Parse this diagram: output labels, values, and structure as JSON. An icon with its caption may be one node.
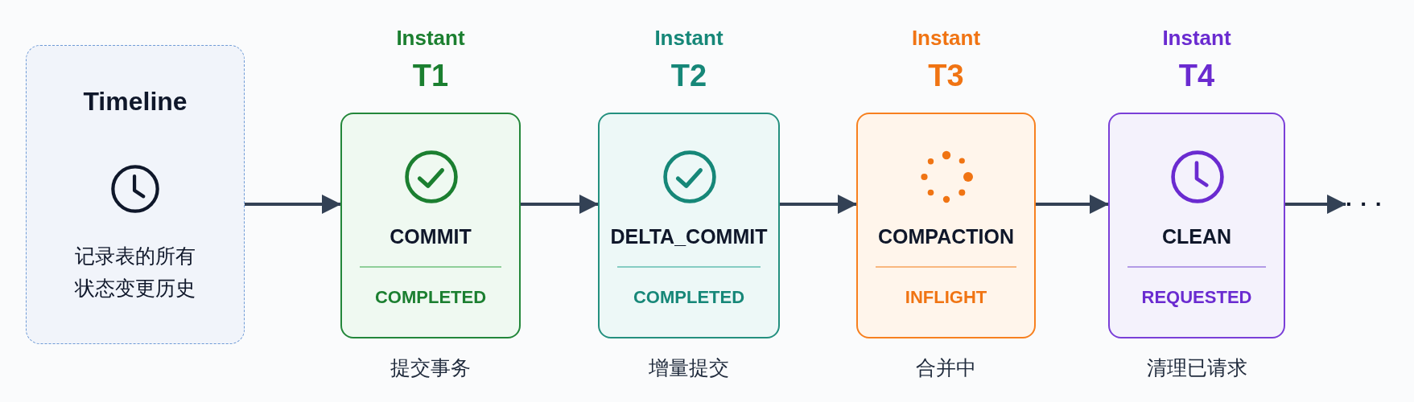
{
  "diagram": {
    "nodes": [
      {
        "text": [
          "Timeline",
          "记录表的所有状态变更历史"
        ]
      },
      {
        "text": [
          "Instant",
          "T1",
          "COMMIT",
          "COMPLETED"
        ],
        "beside": [
          "提交事务"
        ]
      },
      {
        "text": [
          "Instant",
          "T2",
          "DELTA_COMMIT",
          "COMPLETED"
        ],
        "beside": [
          "增量提交"
        ]
      },
      {
        "text": [
          "Instant",
          "T3",
          "COMPACTION",
          "INFLIGHT"
        ],
        "beside": [
          "合并中"
        ]
      },
      {
        "text": [
          "Instant",
          "T4",
          "CLEAN",
          "REQUESTED"
        ],
        "beside": [
          "清理已请求"
        ]
      },
      {
        "text": [
          "···"
        ]
      }
    ],
    "edges": [
      {
        "from": 0,
        "to": 1,
        "arrow": "to"
      },
      {
        "from": 1,
        "to": 2,
        "arrow": "to"
      },
      {
        "from": 2,
        "to": 3,
        "arrow": "to"
      },
      {
        "from": 3,
        "to": 4,
        "arrow": "to"
      },
      {
        "from": 4,
        "to": 5,
        "arrow": "to"
      }
    ]
  }
}
